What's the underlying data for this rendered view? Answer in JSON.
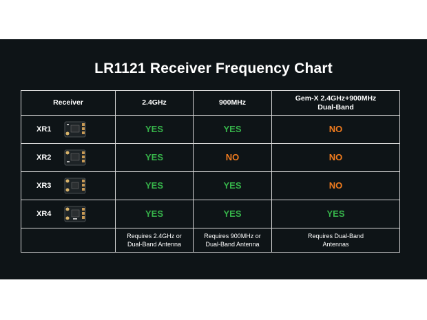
{
  "title": "LR1121 Receiver Frequency Chart",
  "headers": [
    "Receiver",
    "2.4GHz",
    "900MHz",
    "Gem-X 2.4GHz+900MHz\nDual-Band"
  ],
  "rows": [
    {
      "name": "XR1",
      "v24": "YES",
      "v900": "YES",
      "dual": "NO"
    },
    {
      "name": "XR2",
      "v24": "YES",
      "v900": "NO",
      "dual": "NO"
    },
    {
      "name": "XR3",
      "v24": "YES",
      "v900": "YES",
      "dual": "NO"
    },
    {
      "name": "XR4",
      "v24": "YES",
      "v900": "YES",
      "dual": "YES"
    }
  ],
  "notes": {
    "n24": "Requires 2.4GHz or\nDual-Band Antenna",
    "n900": "Requires 900MHz or\nDual-Band Antenna",
    "dual": "Requires Dual-Band\nAntennas"
  },
  "colors": {
    "panel": "#0e1417",
    "yes": "#36b34a",
    "no": "#f07b1e",
    "border": "#d9d9d9"
  }
}
